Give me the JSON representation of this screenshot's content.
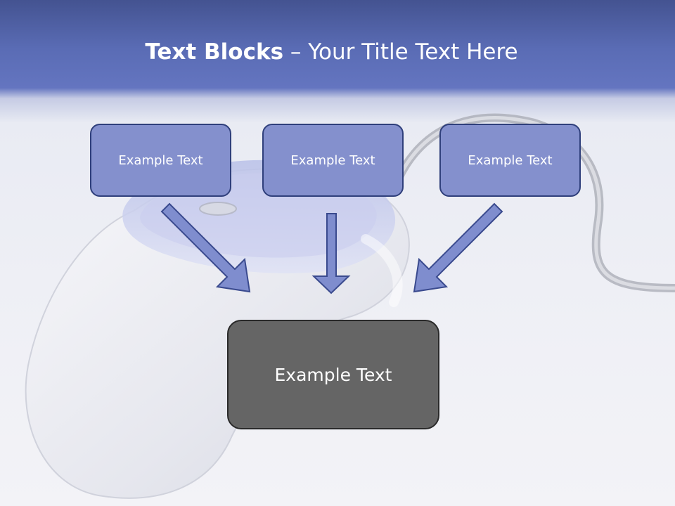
{
  "slide": {
    "title_bold": "Text Blocks",
    "title_dash": " – ",
    "title_rest": "Your Title Text Here"
  },
  "diagram": {
    "top_blocks": [
      {
        "label": "Example Text"
      },
      {
        "label": "Example Text"
      },
      {
        "label": "Example Text"
      }
    ],
    "bottom_block": {
      "label": "Example Text"
    }
  },
  "colors": {
    "header_blue": "#5a6cb5",
    "block_fill": "#8490cd",
    "block_border": "#2f3f7b",
    "bottom_fill": "#656565",
    "arrow_fill": "#7f8dce"
  },
  "icons": [
    "computer-mouse-image"
  ]
}
